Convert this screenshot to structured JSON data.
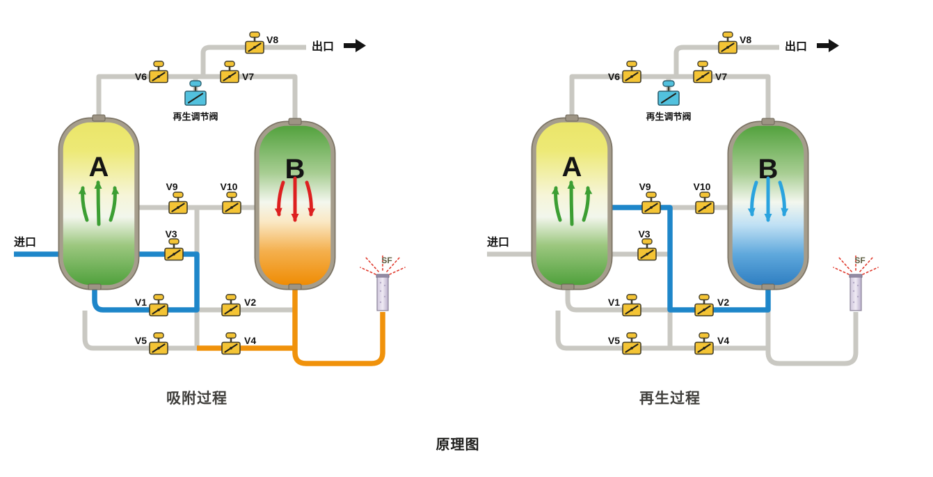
{
  "title": "原理图",
  "panels": {
    "left": {
      "caption": "吸附过程"
    },
    "right": {
      "caption": "再生过程"
    }
  },
  "labels": {
    "vessel_a": "A",
    "vessel_b": "B",
    "v1": "V1",
    "v2": "V2",
    "v3": "V3",
    "v4": "V4",
    "v5": "V5",
    "v6": "V6",
    "v7": "V7",
    "v8": "V8",
    "v9": "V9",
    "v10": "V10",
    "regen_valve": "再生调节阀",
    "inlet": "进口",
    "outlet": "出口",
    "sf": "SF"
  },
  "colors": {
    "pipe": "#C9C8C2",
    "flow-blue": "#1E86C9",
    "flow-orange": "#F0920B",
    "valve-yellow": "#F4C435",
    "regen-cyan": "#52C1DE",
    "vessel-border": "#A59D8C",
    "arrow-green": "#3C9E33",
    "arrow-red": "#DD2020",
    "arrow-blue": "#2AA3DE",
    "text": "#1B1B1B"
  }
}
